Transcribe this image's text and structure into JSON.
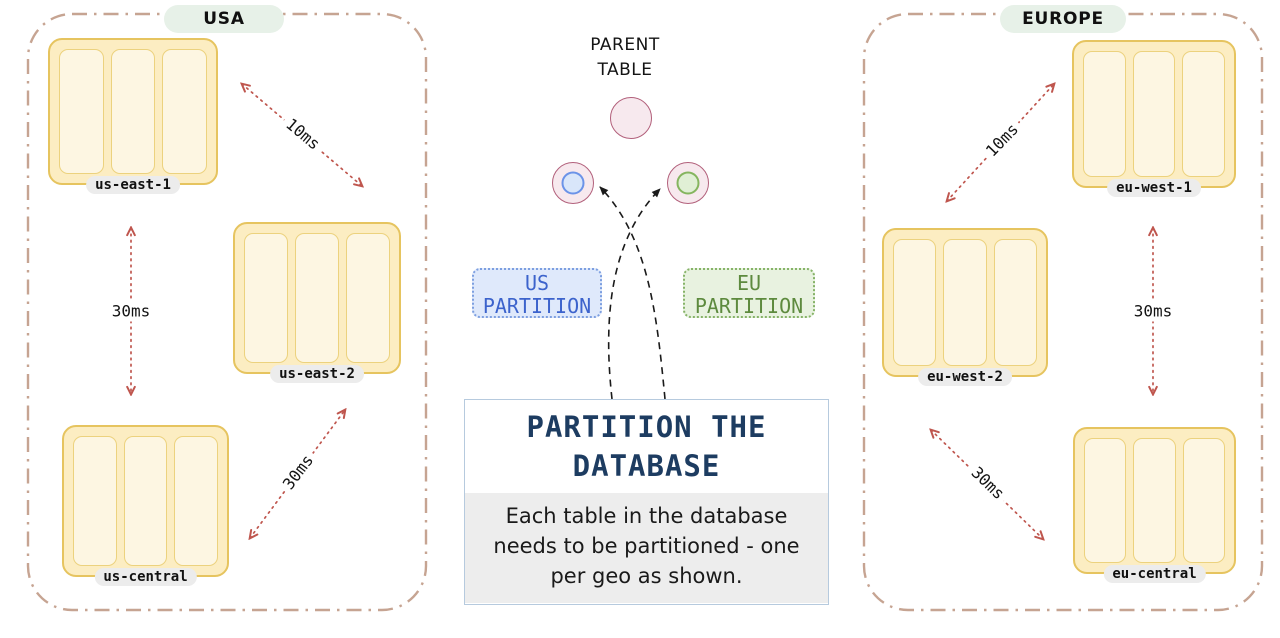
{
  "usa": {
    "label": "USA",
    "clusters": {
      "east1": "us-east-1",
      "east2": "us-east-2",
      "central": "us-central"
    },
    "latency": {
      "east1_east2": "10ms",
      "east1_central": "30ms",
      "central_east2": "30ms"
    }
  },
  "europe": {
    "label": "EUROPE",
    "clusters": {
      "west1": "eu-west-1",
      "west2": "eu-west-2",
      "central": "eu-central"
    },
    "latency": {
      "west2_west1": "10ms",
      "west1_central": "30ms",
      "west2_central": "30ms"
    }
  },
  "center": {
    "parent_table": {
      "line1": "PARENT",
      "line2": "TABLE"
    },
    "us_partition": {
      "line1": "US",
      "line2": "PARTITION"
    },
    "eu_partition": {
      "line1": "EU",
      "line2": "PARTITION"
    },
    "callout": {
      "title_line1": "PARTITION THE",
      "title_line2": "DATABASE",
      "body": "Each table in the database needs to be partitioned - one per geo as shown."
    }
  },
  "colors": {
    "panel_border": "#c6a492",
    "region_pill_bg": "#e7f1e8",
    "server_fill": "#fcedc2",
    "server_border": "#e6c45f",
    "latency_arrow": "#bf564e",
    "cluster_label_bg": "#ececec",
    "parent_circle_fill": "#f7e9ee",
    "parent_circle_border": "#b2607b",
    "us_accent": "#3c63cc",
    "us_partition_bg": "#dfe9fb",
    "eu_accent": "#5d8a3e",
    "eu_partition_bg": "#e8f2e0",
    "callout_title": "#1d3c61",
    "callout_border": "#b6cade",
    "callout_body_bg": "#ededed"
  }
}
